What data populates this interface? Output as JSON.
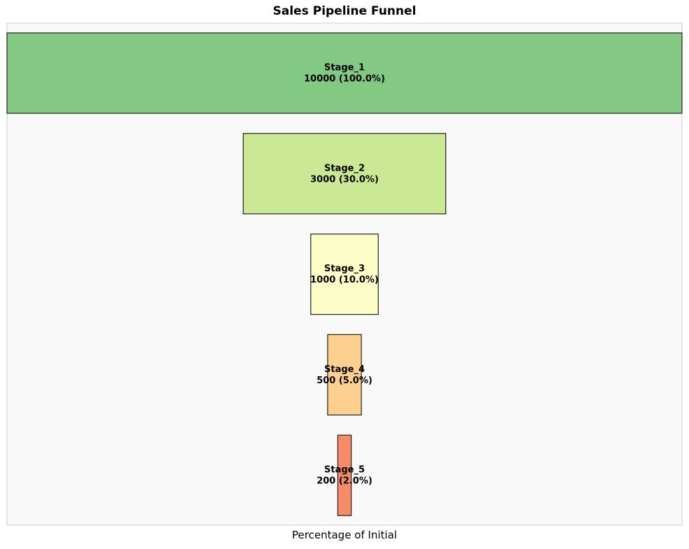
{
  "chart_data": {
    "type": "bar",
    "orientation": "horizontal-funnel",
    "title": "Sales Pipeline Funnel",
    "xlabel": "Percentage of Initial",
    "ylabel": "",
    "xlim": [
      0,
      100
    ],
    "grid": false,
    "legend": "none",
    "categories": [
      "Stage_1",
      "Stage_2",
      "Stage_3",
      "Stage_4",
      "Stage_5"
    ],
    "values": [
      10000,
      3000,
      1000,
      500,
      200
    ],
    "percent_labels": [
      "10000 (100.0%)",
      "3000 (30.0%)",
      "1000 (10.0%)",
      "500 (5.0%)",
      "200 (2.0%)"
    ],
    "percentages": [
      100.0,
      30.0,
      10.0,
      5.0,
      2.0
    ],
    "colors": [
      "#84c983",
      "#cbe894",
      "#fdfdc8",
      "#fdd090",
      "#f78a68"
    ],
    "background_color": "#f9f9f9",
    "frame_color": "#cccccc",
    "edge_color": "#222222"
  }
}
